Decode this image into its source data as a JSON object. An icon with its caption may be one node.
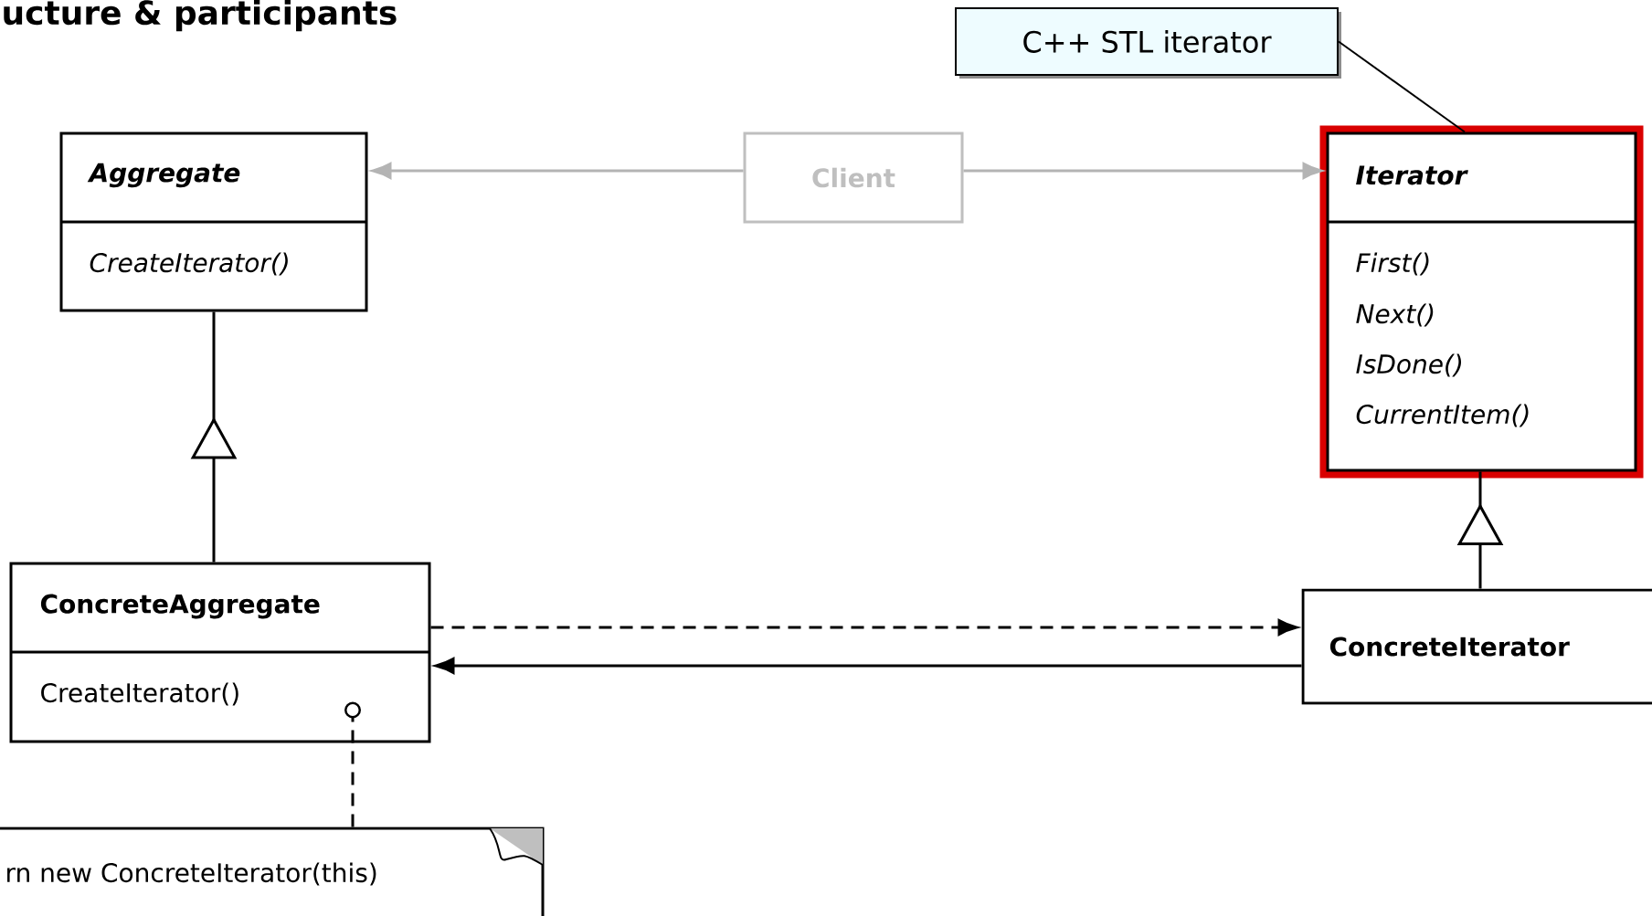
{
  "diagram": {
    "title": "ucture & participants",
    "nodes": [
      {
        "text": [
          "Aggregate",
          "CreateIterator()"
        ]
      },
      {
        "text": [
          "Client"
        ]
      },
      {
        "text": [
          "Iterator",
          "First()",
          "Next()",
          "IsDone()",
          "CurrentItem()"
        ]
      },
      {
        "text": [
          "ConcreteAggregate",
          "CreateIterator()"
        ]
      },
      {
        "text": [
          "ConcreteIterator"
        ]
      },
      {
        "text": [
          "C++ STL iterator"
        ]
      },
      {
        "text": [
          "rn new ConcreteIterator(this)"
        ]
      }
    ],
    "edges": [
      {
        "from": 1,
        "to": 0,
        "arrow": "to",
        "color": "#b4b4b4"
      },
      {
        "from": 1,
        "to": 2,
        "arrow": "to",
        "color": "#b4b4b4"
      },
      {
        "from": 3,
        "to": 0,
        "arrow": "to"
      },
      {
        "from": 4,
        "to": 2,
        "arrow": "to"
      },
      {
        "from": 3,
        "to": 4,
        "arrow": "to",
        "style": "dashed"
      },
      {
        "from": 4,
        "to": 3,
        "arrow": "to"
      },
      {
        "from": 6,
        "to": 3,
        "arrow": "other",
        "style": "dashed"
      },
      {
        "from": 5,
        "to": 2,
        "arrow": "none"
      }
    ]
  }
}
